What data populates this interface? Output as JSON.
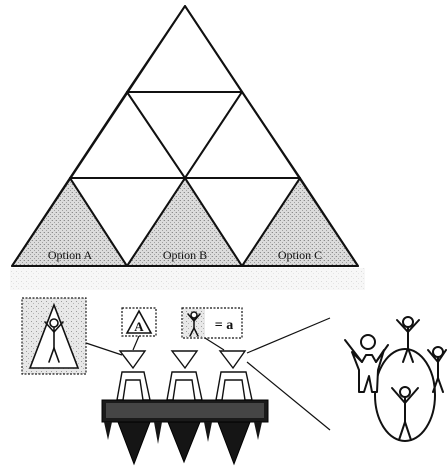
{
  "options": [
    {
      "label": "Option A"
    },
    {
      "label": "Option B"
    },
    {
      "label": "Option C"
    }
  ],
  "legend": {
    "triangle_letter": "A",
    "equation": "= a"
  },
  "colors": {
    "stroke": "#111111",
    "shade": "#d9d9d9",
    "speckle": "#9a9a9a",
    "background": "#ffffff"
  }
}
